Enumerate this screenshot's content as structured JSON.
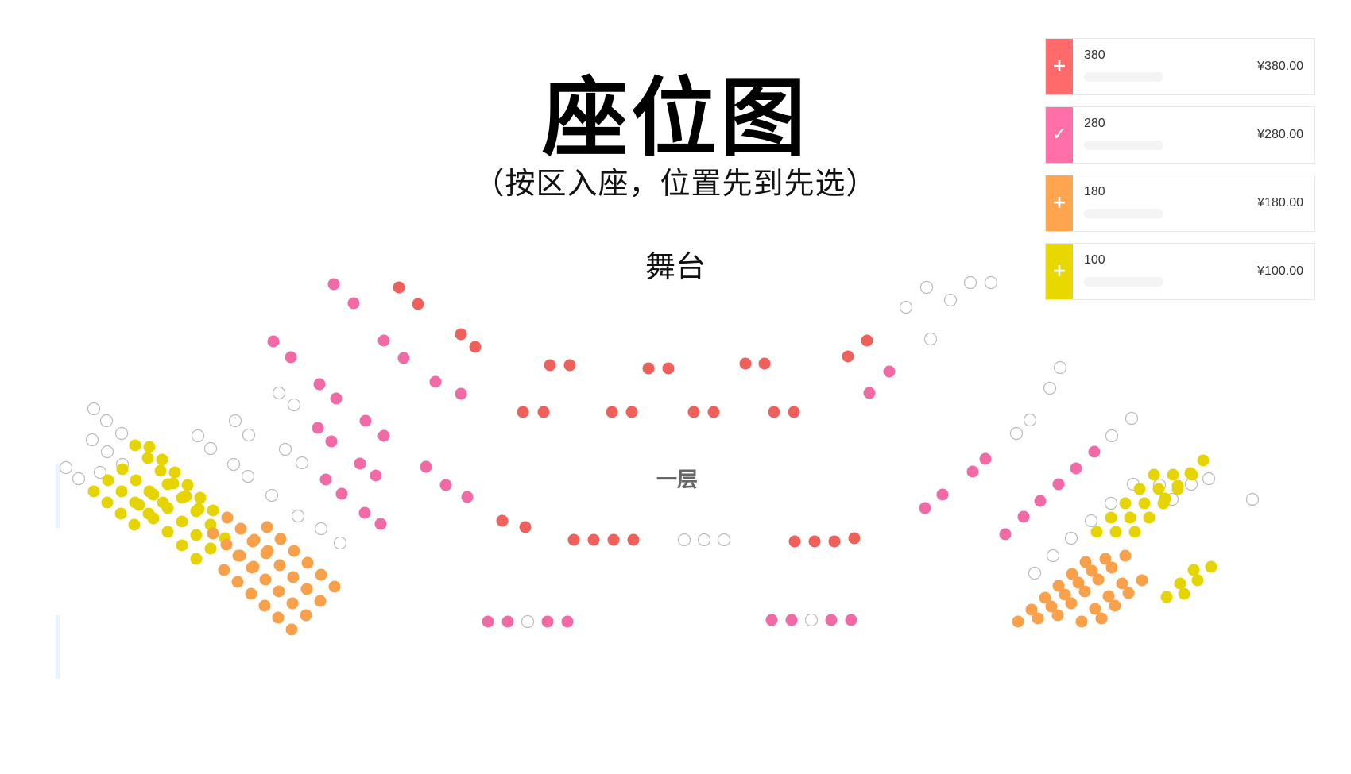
{
  "title": "座位图",
  "subtitle": "（按区入座，位置先到先选）",
  "stage_label": "舞台",
  "floor_label": "一层",
  "colors": {
    "red": "#f0605a",
    "pink": "#f06aa6",
    "orange": "#f9a04a",
    "yellow": "#e6d400",
    "empty_stroke": "#bbbbbb"
  },
  "legend": [
    {
      "name": "380",
      "price": "¥380.00",
      "color": "#ff6a6a",
      "icon": "plus-icon",
      "symbol": "+"
    },
    {
      "name": "280",
      "price": "¥280.00",
      "color": "#ff6fa8",
      "icon": "check-icon",
      "symbol": "✓"
    },
    {
      "name": "180",
      "price": "¥180.00",
      "color": "#ffa54f",
      "icon": "plus-icon",
      "symbol": "+"
    },
    {
      "name": "100",
      "price": "¥100.00",
      "color": "#e8d800",
      "icon": "plus-icon",
      "symbol": "+"
    }
  ]
}
